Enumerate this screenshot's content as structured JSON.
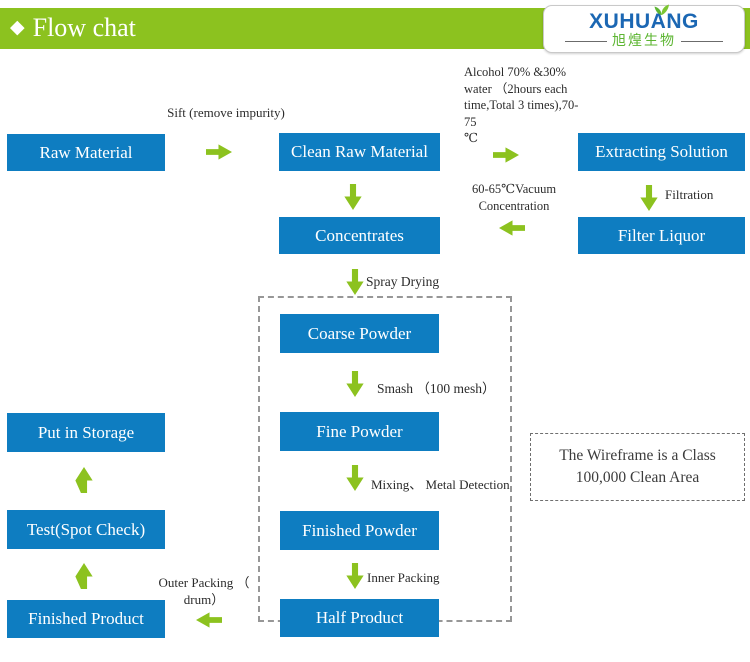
{
  "header": {
    "diamond": "◆",
    "title": "Flow chat"
  },
  "logo": {
    "brand": "XUHUANG",
    "brand_cn": "旭煌生物"
  },
  "colors": {
    "header_green": "#8cc21f",
    "box_blue": "#0e7dc1",
    "arrow_green": "#8cc21f",
    "logo_blue": "#1b67b3",
    "logo_leaf_green": "#5cb531"
  },
  "nodes": {
    "raw_material": {
      "label": "Raw Material"
    },
    "clean_raw_material": {
      "label": "Clean Raw Material"
    },
    "extracting_solution": {
      "label": "Extracting Solution"
    },
    "filter_liquor": {
      "label": "Filter Liquor"
    },
    "concentrates": {
      "label": "Concentrates"
    },
    "coarse_powder": {
      "label": "Coarse Powder"
    },
    "fine_powder": {
      "label": "Fine Powder"
    },
    "finished_powder": {
      "label": "Finished Powder"
    },
    "half_product": {
      "label": "Half Product"
    },
    "put_in_storage": {
      "label": "Put in Storage"
    },
    "test_spot_check": {
      "label": "Test(Spot Check)"
    },
    "finished_product": {
      "label": "Finished Product"
    }
  },
  "annotations": {
    "sift": "Sift (remove impurity)",
    "alcohol_line1": "Alcohol 70% &30%",
    "alcohol_line2": "water （2hours each",
    "alcohol_line3": "time,Total 3 times),70-75",
    "alcohol_line4": "℃",
    "vacuum_line1": "60-65℃Vacuum",
    "vacuum_line2": "Concentration",
    "filtration": "Filtration",
    "spray_drying": "Spray Drying",
    "smash": "Smash （100 mesh）",
    "mixing": "Mixing、 Metal Detection",
    "inner_packing": "Inner Packing",
    "outer_packing_line1": "Outer Packing （",
    "outer_packing_line2": "drum）",
    "clean_area_line1": "The Wireframe is a Class",
    "clean_area_line2": "100,000 Clean Area"
  }
}
